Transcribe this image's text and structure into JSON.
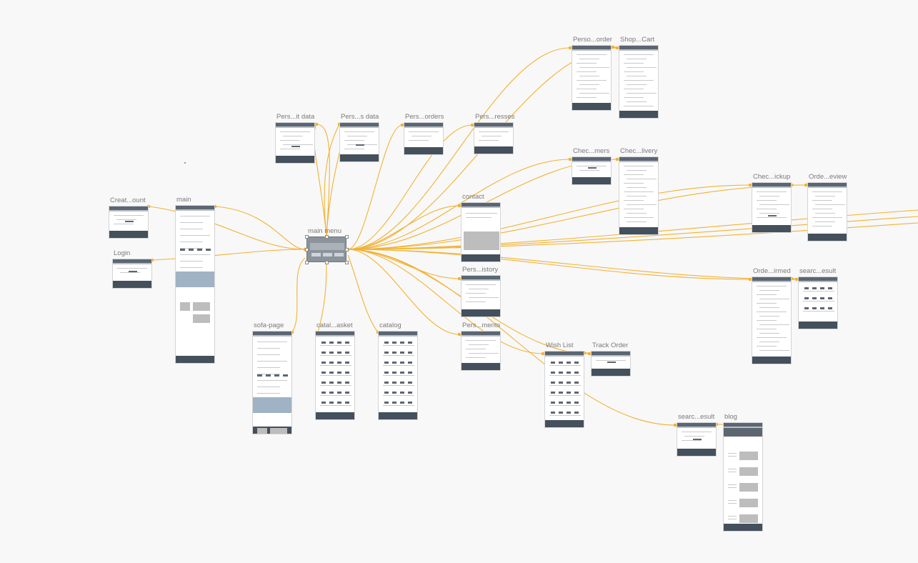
{
  "canvas": {
    "background": "#f8f8f8",
    "wire_color": "#f2b233",
    "header_color": "#5b6673",
    "footer_color": "#44505c"
  },
  "hub": "main menu",
  "artboards": [
    {
      "id": "create-account",
      "label": "Creat...ount"
    },
    {
      "id": "main",
      "label": "main"
    },
    {
      "id": "login",
      "label": "Login"
    },
    {
      "id": "main-menu",
      "label": "main menu"
    },
    {
      "id": "personal-edit-data",
      "label": "Pers...it data"
    },
    {
      "id": "personal-data",
      "label": "Pers...s data"
    },
    {
      "id": "personal-orders",
      "label": "Pers...orders"
    },
    {
      "id": "personal-addresses",
      "label": "Pers...resses"
    },
    {
      "id": "personal-order",
      "label": "Perso...order"
    },
    {
      "id": "shopping-cart",
      "label": "Shop...Cart"
    },
    {
      "id": "checkout-customers",
      "label": "Chec...mers"
    },
    {
      "id": "checkout-delivery",
      "label": "Chec...livery"
    },
    {
      "id": "checkout-pickup",
      "label": "Chec...ickup"
    },
    {
      "id": "order-review",
      "label": "Orde...eview"
    },
    {
      "id": "contact",
      "label": "contact"
    },
    {
      "id": "personal-history",
      "label": "Pers...istory"
    },
    {
      "id": "personal-payments",
      "label": "Pers...ments"
    },
    {
      "id": "order-confirmed",
      "label": "Orde...irmed"
    },
    {
      "id": "search-result-1",
      "label": "searc...esult"
    },
    {
      "id": "wish-list",
      "label": "Wish List"
    },
    {
      "id": "track-order",
      "label": "Track Order"
    },
    {
      "id": "search-result-2",
      "label": "searc...esult"
    },
    {
      "id": "blog",
      "label": "blog"
    },
    {
      "id": "sofa-page",
      "label": "sofa-page"
    },
    {
      "id": "catalog-basket",
      "label": "catal...asket"
    },
    {
      "id": "catalog",
      "label": "catalog"
    }
  ]
}
